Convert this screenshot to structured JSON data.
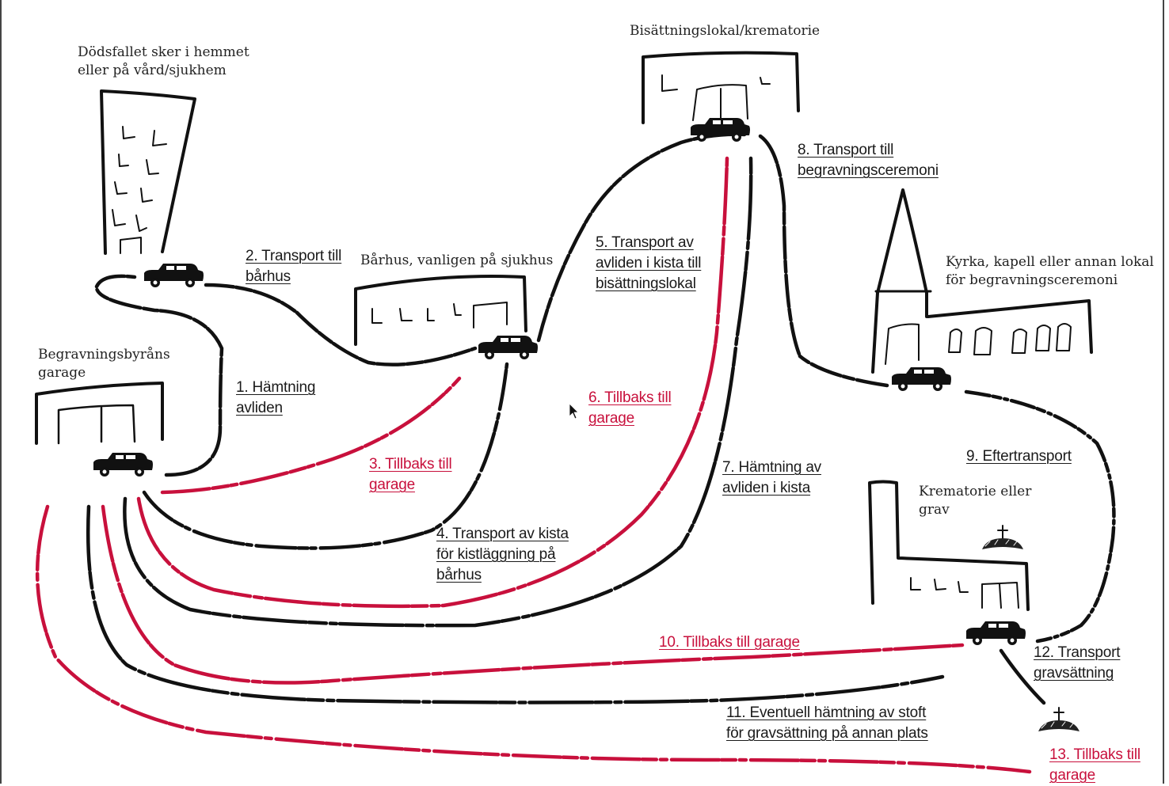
{
  "diagram": {
    "places": {
      "home": [
        "Dödsfallet sker i hemmet",
        "eller på vård/sjukhem"
      ],
      "garage": [
        "Begravningsbyråns",
        "garage"
      ],
      "morgue": [
        "Bårhus, vanligen på sjukhus"
      ],
      "crematorium": [
        "Bisättningslokal/krematorie"
      ],
      "church": [
        "Kyrka, kapell eller annan lokal",
        "för begravningsceremoni"
      ],
      "grave": [
        "Krematorie eller",
        "grav"
      ]
    },
    "steps": {
      "s1": [
        "1. Hämtning",
        "avliden"
      ],
      "s2": [
        "2. Transport till",
        "bårhus"
      ],
      "s3": [
        "3. Tillbaks till",
        "garage"
      ],
      "s4": [
        "4. Transport av kista",
        "för kistläggning på",
        "bårhus"
      ],
      "s5": [
        "5. Transport av",
        "avliden i kista till",
        "bisättningslokal"
      ],
      "s6": [
        "6. Tillbaks till",
        "garage"
      ],
      "s7": [
        "7. Hämtning av",
        "avliden i kista"
      ],
      "s8": [
        "8. Transport till",
        "begravningsceremoni"
      ],
      "s9": [
        "9. Eftertransport"
      ],
      "s10": [
        "10. Tillbaks till garage"
      ],
      "s11": [
        "11. Eventuell hämtning av stoft",
        "för gravsättning på annan plats"
      ],
      "s12": [
        "12. Transport",
        "gravsättning"
      ],
      "s13": [
        "13. Tillbaks till",
        "garage"
      ]
    },
    "colors": {
      "route_black": "#111111",
      "route_red": "#c8103c",
      "text": "#1a1a1a"
    }
  }
}
